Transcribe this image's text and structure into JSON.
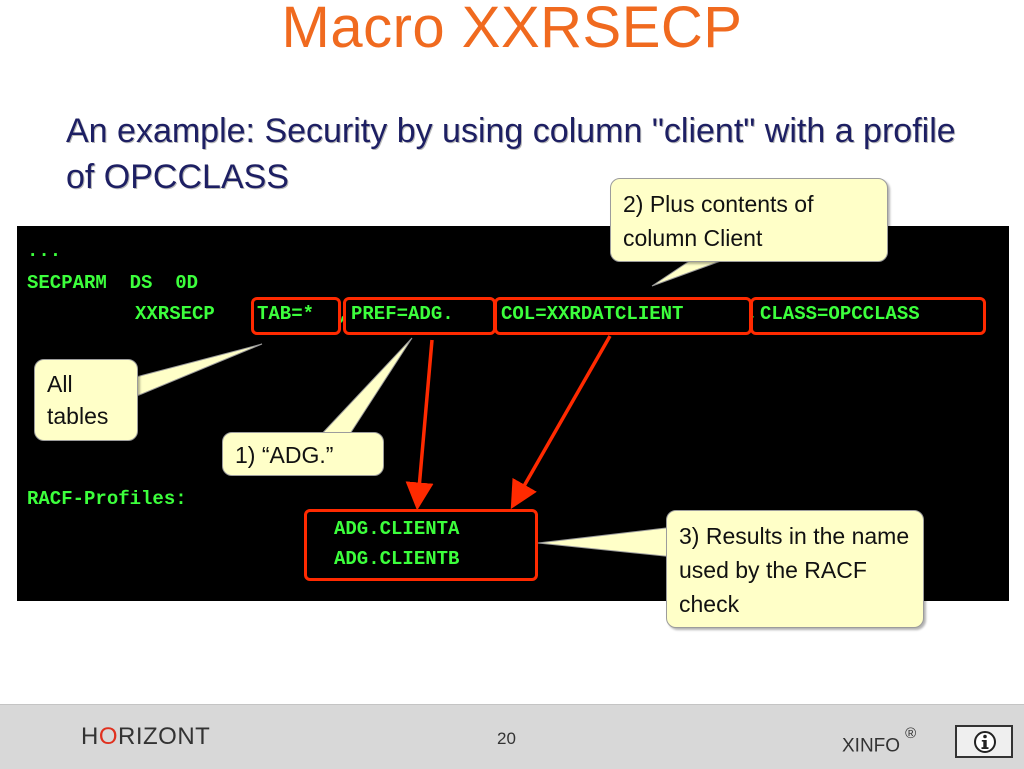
{
  "slide": {
    "title": "Macro XXRSECP",
    "subtitle": "An example: Security by using column \"client\" with a profile of OPCCLASS"
  },
  "code": {
    "ellipsis": "...",
    "secparm": "SECPARM  DS  0D",
    "macro_name": "XXRSECP",
    "tab_param": "TAB=*",
    "comma_1": ",",
    "pref_param": "PREF=ADG.",
    "col_param": "COL=XXRDATCLIENT",
    "comma_2": ",",
    "class_param": "CLASS=OPCCLASS",
    "racf_label": "RACF-Profiles:",
    "profile_a": "ADG.CLIENTA",
    "profile_b": "ADG.CLIENTB"
  },
  "callouts": {
    "plus_column": "2) Plus contents of column Client",
    "all_tables": "All tables",
    "adg": "1) “ADG.”",
    "results": "3) Results in the name used by the RACF check"
  },
  "footer": {
    "logo_prefix": "H",
    "logo_accent": "O",
    "logo_rest": "RIZONT",
    "page_number": "20",
    "brand": "XINFO",
    "registered": "®"
  },
  "icons": {
    "info": "info-icon"
  },
  "colors": {
    "title": "#f06a1f",
    "subtitle": "#1d1f63",
    "code_text": "#3cff3c",
    "highlight": "#ff2a00",
    "callout_bg": "#ffffc8",
    "footer_bg": "#d8d8d8"
  }
}
